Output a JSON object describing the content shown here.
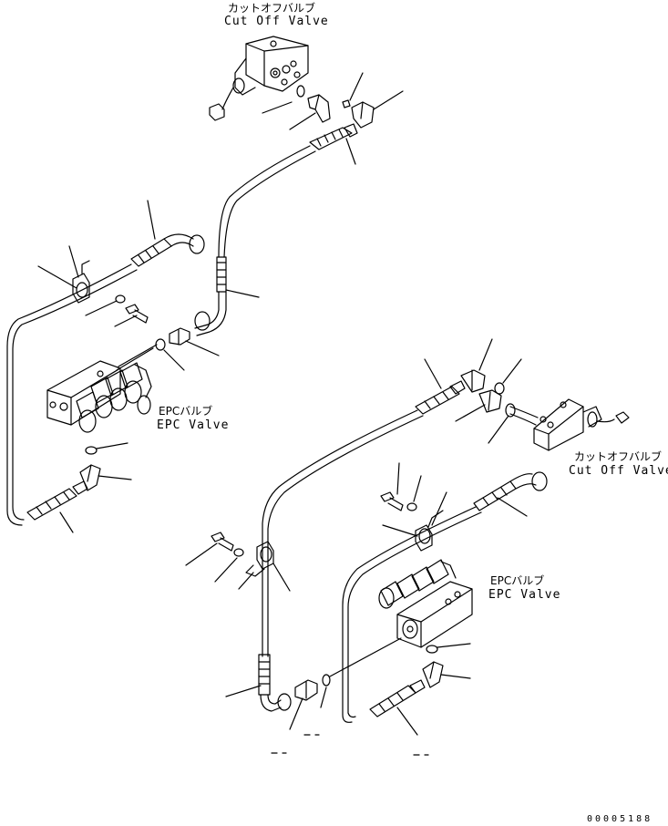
{
  "labels": {
    "top_valve_jp": "カットオフバルブ",
    "top_valve_en": "Cut Off Valve",
    "left_epc_jp": "EPCバルブ",
    "left_epc_en": "EPC Valve",
    "right_valve_jp": "カットオフバルブ",
    "right_valve_en": "Cut Off Valve",
    "right_epc_jp": "EPCバルブ",
    "right_epc_en": "EPC Valve"
  },
  "drawing_code": "00005188"
}
